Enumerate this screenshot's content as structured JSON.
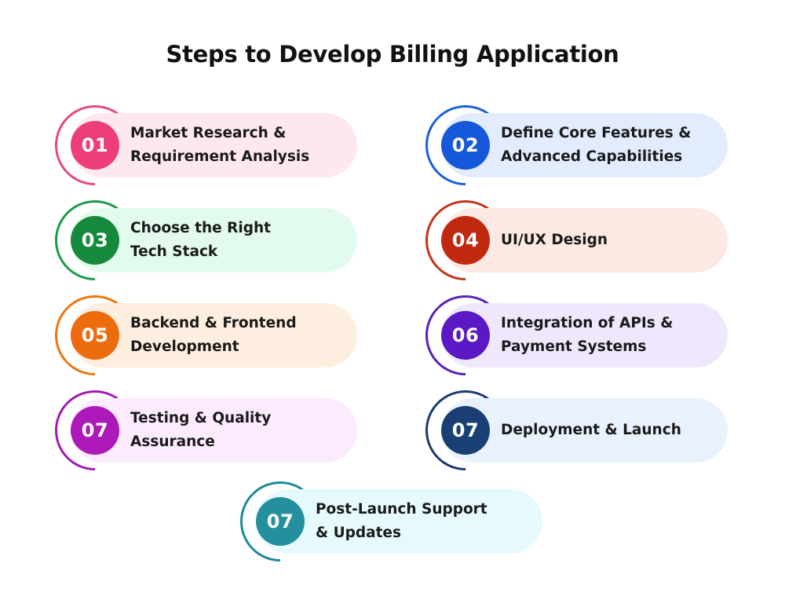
{
  "title": "Steps to Develop Billing Application",
  "steps": [
    {
      "number": "01",
      "label": "Market Research &\nRequirement Analysis",
      "accent": "#ec3f78",
      "background": "#fde8ee"
    },
    {
      "number": "02",
      "label": "Define Core Features &\nAdvanced Capabilities",
      "accent": "#1558d9",
      "background": "#e2ecfd"
    },
    {
      "number": "03",
      "label": "Choose the Right\nTech Stack",
      "accent": "#168a3c",
      "background": "#e3fbed"
    },
    {
      "number": "04",
      "label": "UI/UX Design",
      "accent": "#c1290f",
      "background": "#fde9e4"
    },
    {
      "number": "05",
      "label": "Backend & Frontend\nDevelopment",
      "accent": "#ec6c0d",
      "background": "#fdeee0"
    },
    {
      "number": "06",
      "label": "Integration of APIs &\nPayment Systems",
      "accent": "#5a19c4",
      "background": "#efe8fd"
    },
    {
      "number": "07",
      "label": "Testing & Quality\nAssurance",
      "accent": "#ad18b8",
      "background": "#fbebfd"
    },
    {
      "number": "07",
      "label": "Deployment & Launch",
      "accent": "#193f75",
      "background": "#e9f1fd"
    },
    {
      "number": "07",
      "label": "Post-Launch Support\n& Updates",
      "accent": "#24909e",
      "background": "#e6fafd"
    }
  ]
}
